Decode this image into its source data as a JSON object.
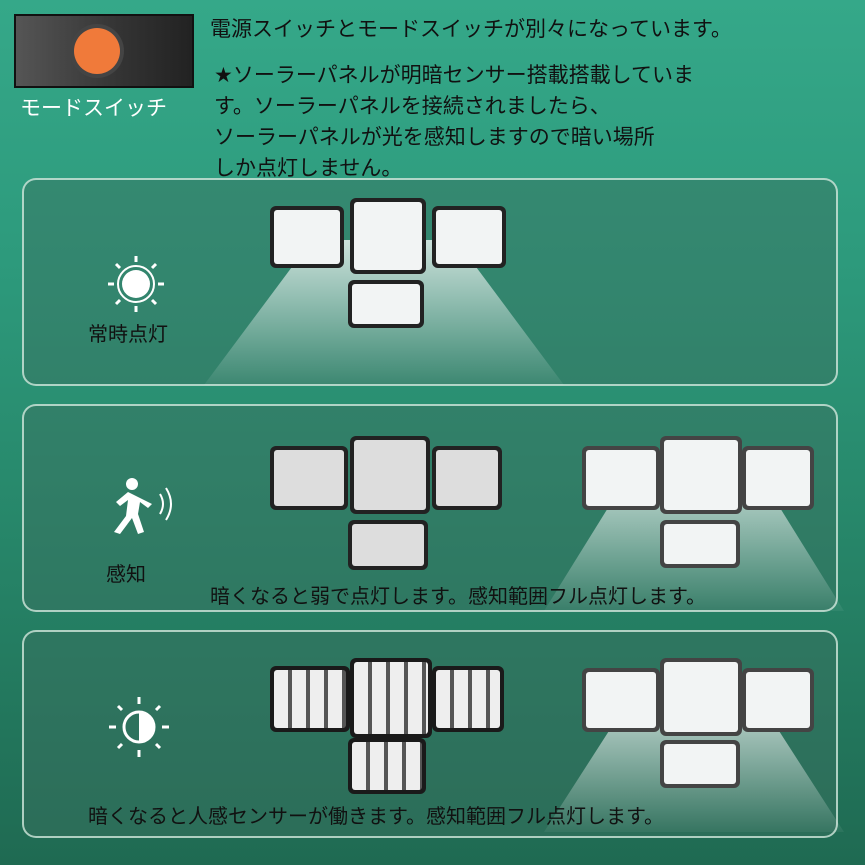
{
  "header": {
    "line1": "電源スイッチとモードスイッチが別々になっています。",
    "note_lines": [
      "★ソーラーパネルが明暗センサー搭載搭載していま",
      "す。ソーラーパネルを接続されましたら、",
      "ソーラーパネルが光を感知しますので暗い場所",
      "しか点灯しません。"
    ]
  },
  "mode_switch": {
    "label": "モードスイッチ",
    "knob_color": "#f07a3a"
  },
  "modes": [
    {
      "icon": "sun-icon",
      "label": "常時点灯",
      "caption": ""
    },
    {
      "icon": "motion-sensor-icon",
      "label": "感知",
      "caption": "暗くなると弱で点灯します。感知範囲フル点灯します。"
    },
    {
      "icon": "half-moon-sensor-icon",
      "label": "",
      "caption": "暗くなると人感センサーが働きます。感知範囲フル点灯します。"
    }
  ]
}
